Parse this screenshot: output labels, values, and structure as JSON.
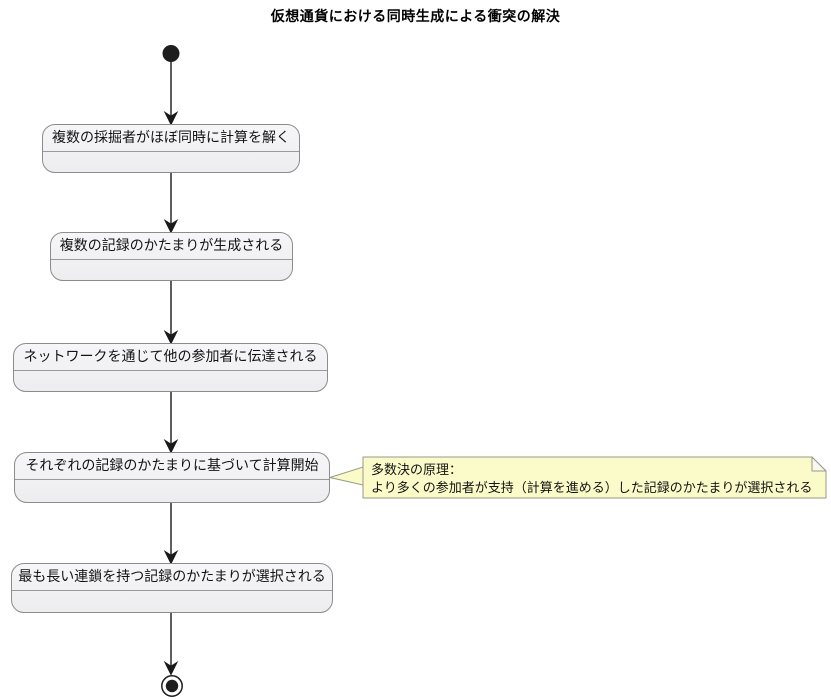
{
  "title": "仮想通貨における同時生成による衝突の解決",
  "diagram": {
    "type": "activity-flowchart",
    "direction": "top-to-bottom",
    "start_node": "initial-state",
    "end_node": "final-state",
    "activities": [
      {
        "label": "複数の採掘者がほぼ同時に計算を解く"
      },
      {
        "label": "複数の記録のかたまりが生成される"
      },
      {
        "label": "ネットワークを通じて他の参加者に伝達される"
      },
      {
        "label": "それぞれの記録のかたまりに基づいて計算開始"
      },
      {
        "label": "最も長い連鎖を持つ記録のかたまりが選択される"
      }
    ],
    "note": {
      "attached_to": "それぞれの記録のかたまりに基づいて計算開始",
      "lines": [
        "多数決の原理：",
        "より多くの参加者が支持（計算を進める）した記録のかたまりが選択される"
      ]
    },
    "colors": {
      "activity_fill": "#f2f2f4",
      "activity_border": "#8c8c8c",
      "note_fill": "#fbfbca",
      "note_border": "#9a9a87",
      "flow_line": "#1a1a1a",
      "node_fill": "#1e1e1e"
    }
  }
}
